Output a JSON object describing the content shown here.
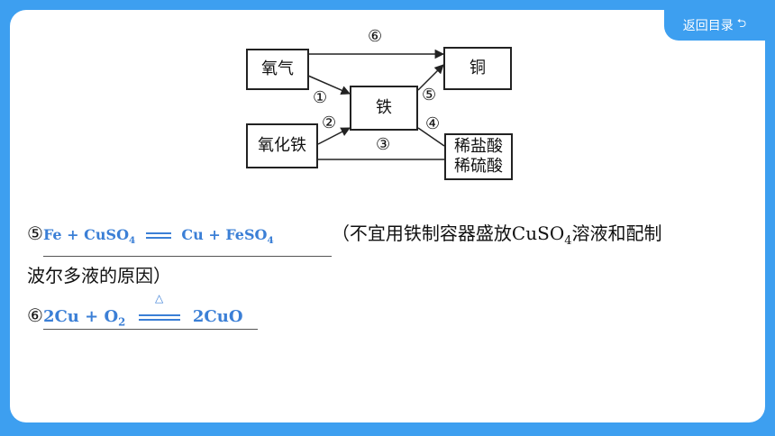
{
  "nav": {
    "back_label": "返回目录",
    "back_icon": "return-arrow-icon"
  },
  "diagram": {
    "oxygen": "氧气",
    "iron_oxide": "氧化铁",
    "iron": "铁",
    "copper": "铜",
    "acid_line1": "稀盐酸",
    "acid_line2": "稀硫酸",
    "n1": "①",
    "n2": "②",
    "n3": "③",
    "n4": "④",
    "n5": "⑤",
    "n6": "⑥"
  },
  "answer5": {
    "marker": "⑤",
    "lhs": "Fe + CuSO",
    "lhs_sub": "4",
    "rhs": "Cu + FeSO",
    "rhs_sub": "4",
    "note_a": "（不宜用铁制容器盛放CuSO",
    "note_sub": "4",
    "note_b": "溶液和配制",
    "note_line2": "波尔多液的原因）"
  },
  "answer6": {
    "marker": "⑥",
    "lhs": "2Cu + O",
    "lhs_sub": "2",
    "condition": "△",
    "rhs": "2CuO"
  },
  "colors": {
    "frame": "#3d9ff0",
    "answer": "#3b7fd6"
  }
}
